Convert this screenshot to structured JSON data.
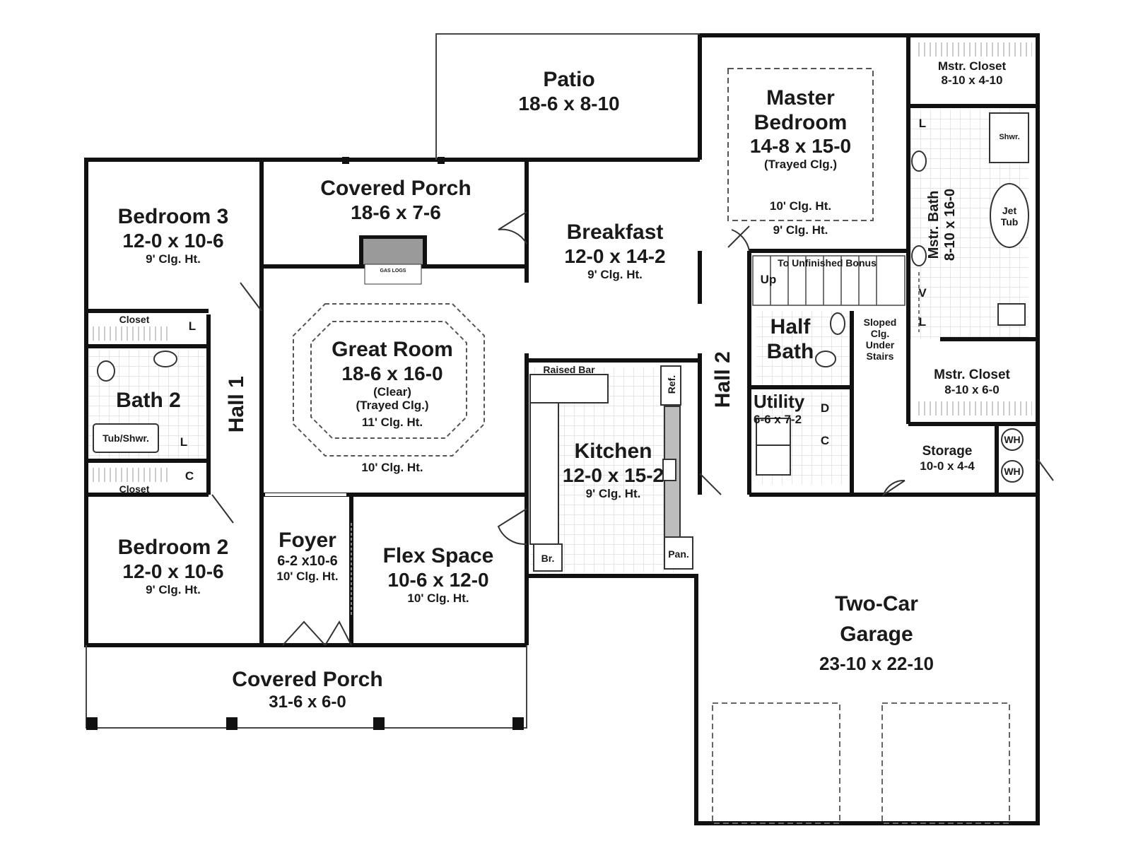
{
  "rooms": {
    "patio": {
      "name": "Patio",
      "dim": "18-6 x 8-10"
    },
    "covered_porch_rear": {
      "name": "Covered Porch",
      "dim": "18-6 x 7-6"
    },
    "bedroom3": {
      "name": "Bedroom 3",
      "dim": "12-0 x 10-6",
      "ceiling": "9' Clg. Ht."
    },
    "master_bedroom": {
      "name1": "Master",
      "name2": "Bedroom",
      "dim": "14-8 x 15-0",
      "note": "(Trayed Clg.)",
      "ceiling_inner": "10' Clg. Ht.",
      "ceiling_outer": "9' Clg. Ht."
    },
    "mstr_closet_top": {
      "name": "Mstr. Closet",
      "dim": "8-10 x 4-10"
    },
    "breakfast": {
      "name": "Breakfast",
      "dim": "12-0 x 14-2",
      "ceiling": "9' Clg. Ht."
    },
    "great_room": {
      "name": "Great Room",
      "dim": "18-6 x 16-0",
      "note1": "(Clear)",
      "note2": "(Trayed Clg.)",
      "ceiling_inner": "11' Clg. Ht.",
      "ceiling_outer": "10' Clg. Ht."
    },
    "bath2": {
      "name": "Bath 2",
      "tub": "Tub/Shwr."
    },
    "hall1": {
      "name": "Hall 1"
    },
    "hall2": {
      "name": "Hall 2"
    },
    "kitchen": {
      "name": "Kitchen",
      "dim": "12-0 x 15-2",
      "ceiling": "9' Clg. Ht."
    },
    "half_bath": {
      "name1": "Half",
      "name2": "Bath"
    },
    "utility": {
      "name": "Utility",
      "dim": "6-6 x 7-2"
    },
    "mstr_bath": {
      "name": "Mstr. Bath",
      "dim": "8-10 x 16-0"
    },
    "mstr_closet_bottom": {
      "name": "Mstr. Closet",
      "dim": "8-10 x 6-0"
    },
    "storage": {
      "name": "Storage",
      "dim": "10-0 x 4-4"
    },
    "bedroom2": {
      "name": "Bedroom 2",
      "dim": "12-0 x 10-6",
      "ceiling": "9' Clg. Ht."
    },
    "foyer": {
      "name": "Foyer",
      "dim": "6-2 x10-6",
      "ceiling": "10' Clg. Ht."
    },
    "flex_space": {
      "name": "Flex Space",
      "dim": "10-6 x 12-0",
      "ceiling": "10' Clg. Ht."
    },
    "garage": {
      "name1": "Two-Car",
      "name2": "Garage",
      "dim": "23-10 x 22-10"
    },
    "covered_porch_front": {
      "name": "Covered Porch",
      "dim": "31-6 x 6-0"
    }
  },
  "fixtures": {
    "closet": "Closet",
    "linen": "L",
    "coat": "C",
    "dryer": "D",
    "vanity": "V",
    "shower": "Shwr.",
    "jet_tub": "Jet Tub",
    "water_heater": "WH",
    "refrigerator": "Ref.",
    "pantry": "Pan.",
    "broom": "Br.",
    "raised_bar": "Raised Bar",
    "gas_logs": "GAS LOGS",
    "stairs_note": "To Unfinished Bonus",
    "stairs_up": "Up",
    "sloped": "Sloped Clg. Under Stairs"
  }
}
